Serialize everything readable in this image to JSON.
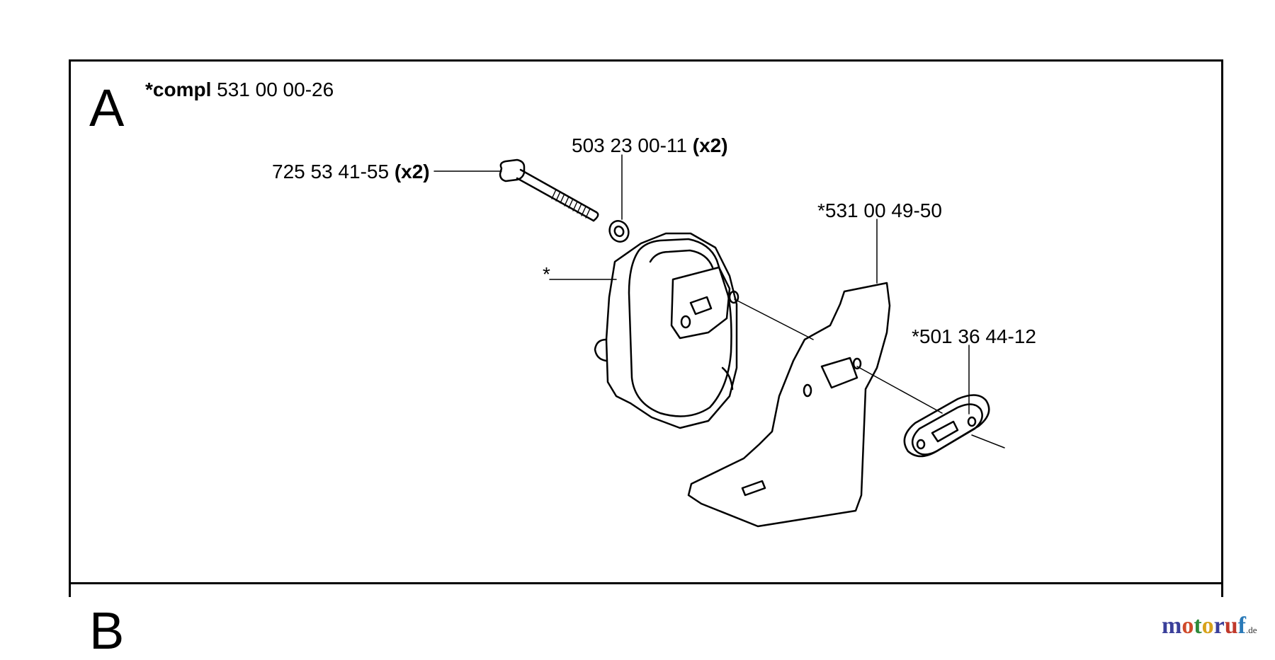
{
  "section_a": {
    "letter": "A",
    "header_bold": "*compl",
    "header_number": "531 00 00-26"
  },
  "section_b": {
    "letter": "B"
  },
  "parts": {
    "screw": {
      "number": "725 53 41-55",
      "qty": "(x2)"
    },
    "washer": {
      "number": "503 23 00-11",
      "qty": "(x2)"
    },
    "muffler": {
      "mark": "*"
    },
    "bracket": {
      "number": "*531 00 49-50"
    },
    "gasket": {
      "number": "*501 36 44-12"
    }
  },
  "watermark": {
    "letters": [
      "m",
      "o",
      "t",
      "o",
      "r",
      "u",
      "f"
    ],
    "colors": [
      "#3a3f9a",
      "#d04a2a",
      "#2e8a3a",
      "#d8a21a",
      "#3a3f9a",
      "#c0392b",
      "#2a7ab8"
    ],
    "suffix": ".de"
  }
}
